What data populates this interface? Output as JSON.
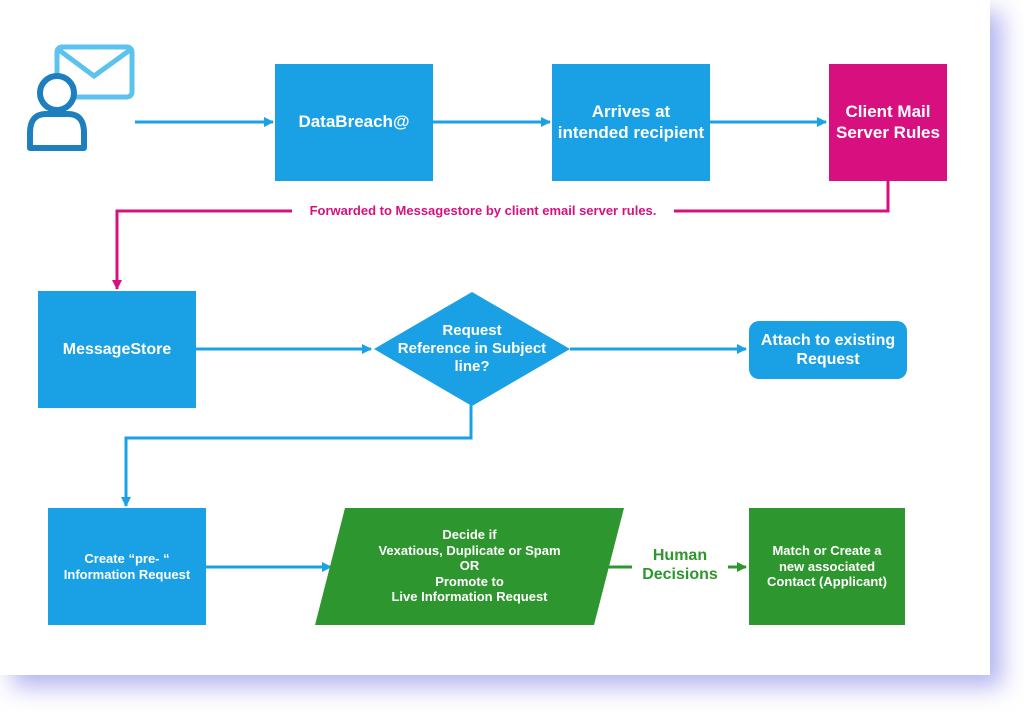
{
  "colors": {
    "blue": "#1aa0e4",
    "pink": "#d8107f",
    "green": "#2e962e",
    "icon_light": "#5cc3ee",
    "icon_dark": "#1d7fbd"
  },
  "icons": [
    "email-sender-icon"
  ],
  "nodes": {
    "databreach": "DataBreach@",
    "arrives": "Arrives at\nintended recipient",
    "client_rules": "Client Mail\nServer Rules",
    "messagestore": "MessageStore",
    "decision": "Request\nReference in Subject\nline?",
    "attach": "Attach to existing\nRequest",
    "create_pre": "Create “pre- “\nInformation Request",
    "decide": "Decide if\nVexatious, Duplicate or Spam\nOR\nPromote to\nLive Information Request",
    "match": "Match or Create a\nnew associated\nContact (Applicant)"
  },
  "edge_labels": {
    "forwarded": "Forwarded to Messagestore by client email server rules.",
    "human": "Human\nDecisions"
  }
}
